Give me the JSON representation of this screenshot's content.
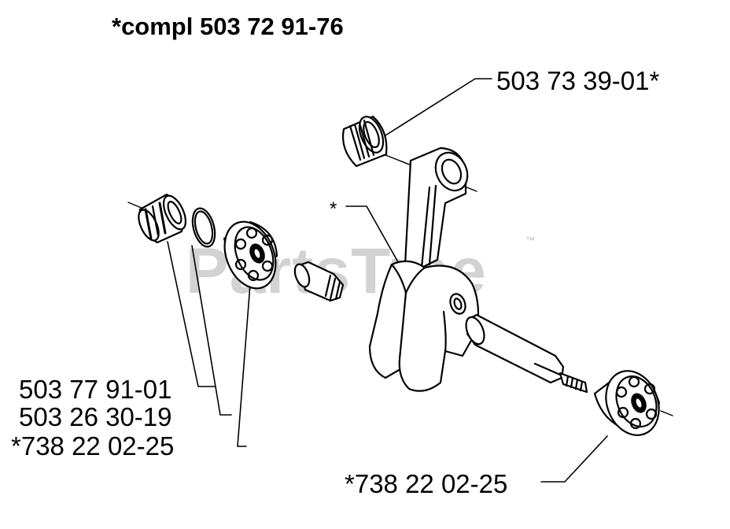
{
  "diagram": {
    "title": "*compl 503 72 91-76",
    "watermark": "PartsTree",
    "watermark_mark": "™",
    "callouts": {
      "needle_bearing": "503 73 39-01*",
      "crankshaft_marker": "*",
      "sleeve": "503 77 91-01",
      "ring": "503 26 30-19",
      "left_bearing": "*738 22 02-25",
      "right_bearing": "*738 22 02-25"
    }
  }
}
